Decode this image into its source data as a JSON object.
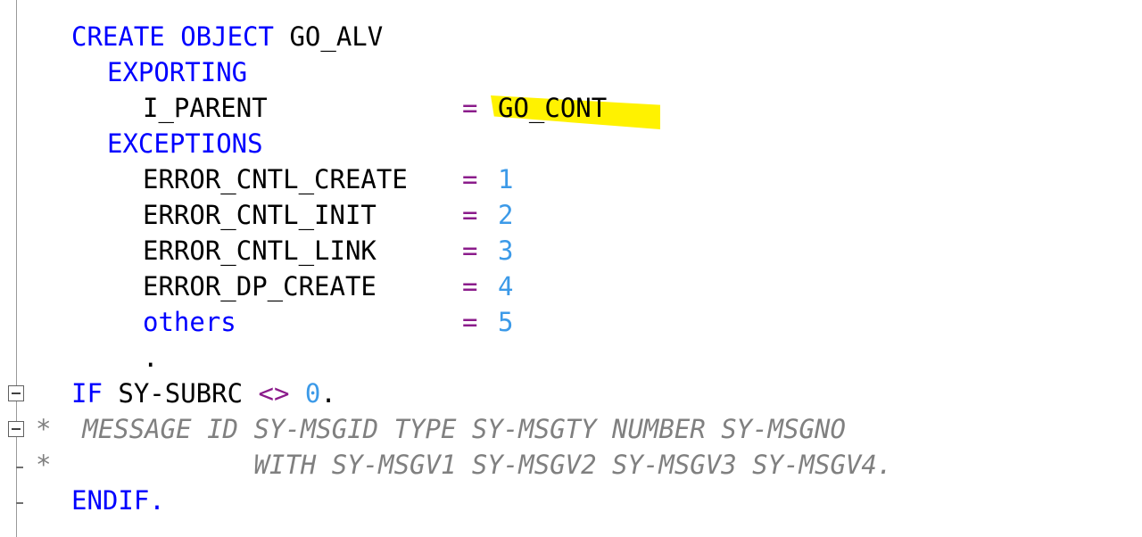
{
  "editor": {
    "lines": [
      {
        "indent": 2,
        "tokens": [
          {
            "t": "CREATE OBJECT",
            "c": "kw"
          },
          {
            "t": " GO_ALV",
            "c": "plain"
          }
        ]
      },
      {
        "indent": 3,
        "tokens": [
          {
            "t": "EXPORTING",
            "c": "kw"
          }
        ]
      },
      {
        "indent": 4,
        "tokens": [
          {
            "t": "I_PARENT",
            "c": "plain"
          }
        ]
      },
      {
        "indent": 3,
        "tokens": [
          {
            "t": "EXCEPTIONS",
            "c": "kw"
          }
        ]
      },
      {
        "indent": 4,
        "tokens": [
          {
            "t": "ERROR_CNTL_CREATE",
            "c": "plain"
          }
        ]
      },
      {
        "indent": 4,
        "tokens": [
          {
            "t": "ERROR_CNTL_INIT",
            "c": "plain"
          }
        ]
      },
      {
        "indent": 4,
        "tokens": [
          {
            "t": "ERROR_CNTL_LINK",
            "c": "plain"
          }
        ]
      },
      {
        "indent": 4,
        "tokens": [
          {
            "t": "ERROR_DP_CREATE",
            "c": "plain"
          }
        ]
      },
      {
        "indent": 4,
        "tokens": [
          {
            "t": "others",
            "c": "kw"
          }
        ]
      },
      {
        "indent": 4,
        "tokens": [
          {
            "t": ".",
            "c": "plain"
          }
        ]
      },
      {
        "indent": 2,
        "tokens": [
          {
            "t": "IF",
            "c": "kw"
          },
          {
            "t": " SY-SUBRC ",
            "c": "plain"
          },
          {
            "t": "<>",
            "c": "op"
          },
          {
            "t": " ",
            "c": "plain"
          },
          {
            "t": "0",
            "c": "num"
          },
          {
            "t": ".",
            "c": "plain"
          }
        ]
      },
      {
        "indent": 1,
        "tokens": [
          {
            "t": "*",
            "c": "star"
          },
          {
            "t": "  MESSAGE ID SY-MSGID TYPE SY-MSGTY NUMBER SY-MSGNO",
            "c": "cmt"
          }
        ]
      },
      {
        "indent": 1,
        "tokens": [
          {
            "t": "*",
            "c": "star"
          },
          {
            "t": "             WITH SY-MSGV1 SY-MSGV2 SY-MSGV3 SY-MSGV4.",
            "c": "cmt"
          }
        ]
      },
      {
        "indent": 2,
        "tokens": [
          {
            "t": "ENDIF.",
            "c": "kw"
          }
        ]
      }
    ],
    "assignments": [
      {
        "line": 2,
        "op": "=",
        "value": "GO_CONT",
        "value_class": "plain",
        "highlighted": true
      },
      {
        "line": 4,
        "op": "=",
        "value": "1",
        "value_class": "num"
      },
      {
        "line": 5,
        "op": "=",
        "value": "2",
        "value_class": "num"
      },
      {
        "line": 6,
        "op": "=",
        "value": "3",
        "value_class": "num"
      },
      {
        "line": 7,
        "op": "=",
        "value": "4",
        "value_class": "num"
      },
      {
        "line": 8,
        "op": "=",
        "value": "5",
        "value_class": "num"
      }
    ],
    "highlight_color": "#fff200",
    "colors": {
      "keyword": "#0000ff",
      "operator": "#8b1c8b",
      "number": "#3c9ae8",
      "comment": "#808080",
      "text": "#000000"
    },
    "fold_markers": [
      {
        "line": 10,
        "type": "collapse-box"
      },
      {
        "line": 11,
        "type": "collapse-box"
      },
      {
        "line": 12,
        "type": "end-tick"
      },
      {
        "line": 13,
        "type": "end-tick"
      }
    ]
  }
}
